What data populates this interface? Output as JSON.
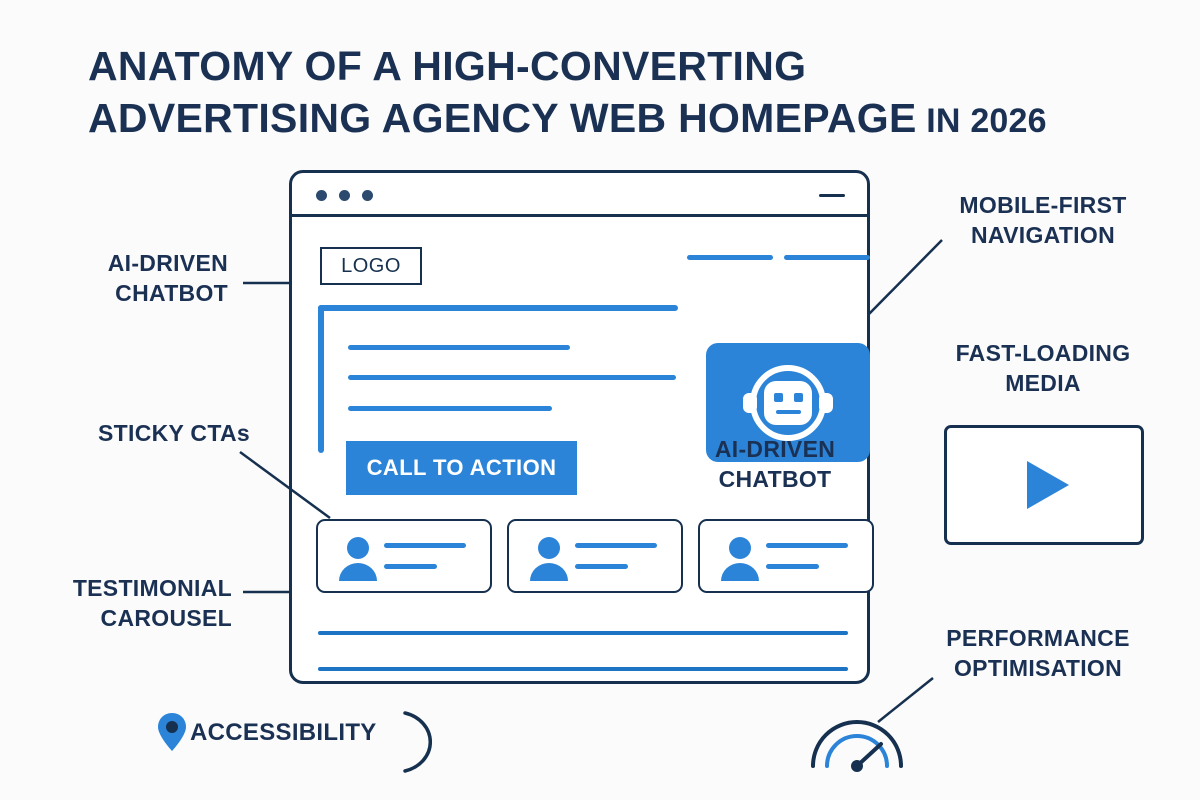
{
  "title": {
    "line1": "ANATOMY OF A HIGH-CONVERTING",
    "line2_main": "ADVERTISING AGENCY WEB HOMEPAGE",
    "line2_suffix": " IN 2026"
  },
  "colors": {
    "navy": "#16304f",
    "navy_text": "#1b3154",
    "blue": "#2b84d8",
    "blue_line": "#1e74c4",
    "background": "#fbfbfb",
    "white": "#ffffff"
  },
  "browser": {
    "dots": [
      "dot-1",
      "dot-2",
      "dot-3"
    ],
    "minimize_icon": "minimize-dash-icon",
    "logo_label": "LOGO",
    "nav_items": [
      "nav-link-1",
      "nav-link-2"
    ],
    "hero_text_lines": [
      "hero-line-1",
      "hero-line-2",
      "hero-line-3"
    ],
    "cta_label": "CALL TO ACTION",
    "chatbot_icon": "robot-face-icon",
    "testimonial_cards": [
      {
        "avatar": "person-avatar-icon",
        "lines": [
          "name-line",
          "role-line"
        ]
      },
      {
        "avatar": "person-avatar-icon",
        "lines": [
          "name-line",
          "role-line"
        ]
      },
      {
        "avatar": "person-avatar-icon",
        "lines": [
          "name-line",
          "role-line"
        ]
      }
    ],
    "footer_lines": [
      "footer-line-1",
      "footer-line-2"
    ]
  },
  "annotations": {
    "chatbot_left": "AI-DRIVEN\nCHATBOT",
    "sticky_ctas": "STICKY CTAs",
    "testimonial_carousel": "TESTIMONIAL\nCAROUSEL",
    "mobile_first": "MOBILE-FIRST\nNAVIGATION",
    "fast_loading": "FAST-LOADING\nMEDIA",
    "performance": "PERFORMANCE\nOPTIMISATION",
    "chatbot_under": "AI-DRIVEN\nCHATBOT",
    "accessibility": "ACCESSIBILITY"
  },
  "icons": {
    "play": "play-triangle-icon",
    "gauge": "speedometer-gauge-icon",
    "pin": "location-pin-icon",
    "arc": "accessibility-arc-icon"
  }
}
